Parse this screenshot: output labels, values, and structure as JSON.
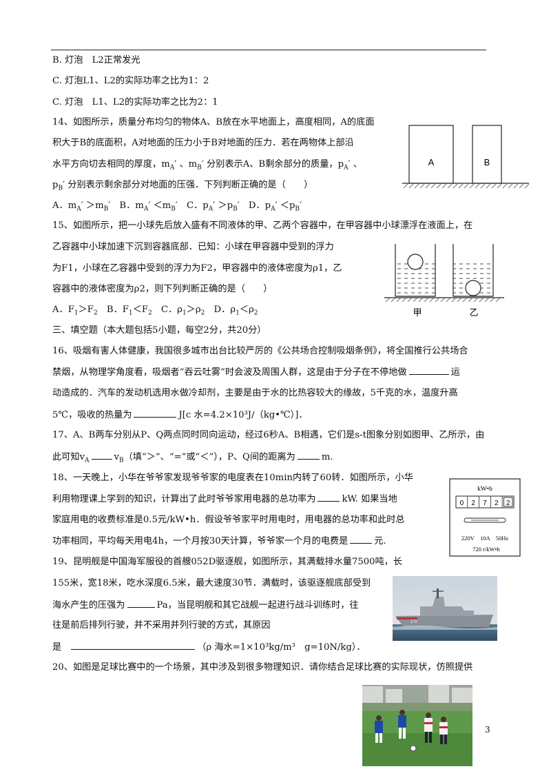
{
  "lines": {
    "l1": "B. 灯泡　L2正常发光",
    "l2": "C. 灯泡L1、L2的实际功率之比为1：2",
    "l3": "C. 灯泡　L1、L2的实际功率之比为2：1",
    "q14_1": "14、如图所示，质量分布均匀的物体A、B放在水平地面上，高度相同，A的底面",
    "q14_2": "积大于B的底面积，A对地面的压力小于B对地面的压力．若在两物体上部沿",
    "q14_3": "水平方向切去相同的厚度，m",
    "q14_3b": "′ 、m",
    "q14_3c": "′ 分别表示A、B剩余部分的质量，p",
    "q14_3d": "′ 、",
    "q14_4a": "p",
    "q14_4b": "′ 分别表示剩余部分对地面的压强．下列判断正确的是（　　）",
    "q14_opts": "A．m<sub>A</sub>′ ＞m<sub>B</sub>′　B．m<sub>A</sub>′ ＜m<sub>B</sub>′　C．p<sub>A</sub>′ ＞p<sub>B</sub>′　D．p<sub>A</sub>′ ＜p<sub>B</sub>′",
    "q15_1": "15、如图所示，把一小球先后放入盛有不同液体的甲、乙两个容器中，在甲容器中小球漂浮在液面上，在",
    "q15_2": "乙容器中小球加速下沉到容器底部．已知：小球在甲容器中受到的浮力",
    "q15_3": "为F1，小球在乙容器中受到的浮力为F2，甲容器中的液体密度为ρ1，乙",
    "q15_4": "容器中的液体密度为ρ2，则下列判断正确的是（　　）",
    "sec3": "三、填空题（本大题包括5小题，每空2分，共20分）",
    "q16_1": "16、吸烟有害人体健康，我国很多城市出台比较严厉的《公共场合控制吸烟条例》，将全国推行公共场合",
    "q16_2": "禁烟，从物理学角度看，吸烟者“吞云吐雾”时会波及周围人群，这是由于分子在不停地做",
    "q16_2b": "运",
    "q16_3": "动造成的．汽车的发动机选用水做冷却剂，主要是由于水的比热容较大的缘故，5千克的水，温度升高",
    "q16_4a": "5℃，吸收的热量为",
    "q16_4b": "J[c 水=4.2×10³J/（kg•℃）]．",
    "q17_1": "17、A、B两车分别从P、Q两点同时同向运动，经过6秒A、B相遇，它们是s-t图象分别如图甲、乙所示，由",
    "q17_2a": "此可知v",
    "q17_2b": "v",
    "q17_2c": "（填“＞”、“=”或“＜”），P、Q间的距离为",
    "q17_2d": "m.",
    "q18_1": "18、一天晚上，小华在爷爷家发现爷爷家的电度表在10min内转了60转．如图所示，小华",
    "q18_2a": "利用物理课上学到的知识，计算出了此时爷爷家用电器的总功率为",
    "q18_2b": "kW. 如果当地",
    "q18_3": "家庭用电的收费标准是0.5元/kW•h．假设爷爷家平时用电时，用电器的总功率和此时总",
    "q18_4a": "功率相同，平均每天用电4h，一个月按30天计算，爷爷家一个月的电费是",
    "q18_4b": "元.",
    "q19_1": "19、昆明舰是中国海军服役的首艘052D驱逐舰，如图所示，其满载排水量7500吨，长",
    "q19_2": "155米，宽18米，吃水深度6.5米，最大速度30节．满载时，该驱逐舰底部受到",
    "q19_3a": "海水产生的压强为",
    "q19_3b": "Pa，当昆明舰和其它战舰一起进行战斗训练时，往",
    "q19_4": "往是前后排列行驶，并不采用并列行驶的方式，其原因",
    "q19_5a": "是",
    "q19_5b": "（ρ 海水=1×10³kg/m³　g=10N/kg）．",
    "q20_1": "20、如图是足球比赛中的一个场景，其中涉及到很多物理知识．请你结合足球比赛的实际现状，仿照提供"
  },
  "figures": {
    "blocks": {
      "a": "A",
      "b": "B"
    },
    "containers": {
      "jia": "甲",
      "yi": "乙"
    },
    "meter": {
      "unit": "kW•h",
      "digits": [
        "0",
        "2",
        "7",
        "2",
        "2"
      ],
      "spec": "220V　10A　50Hz",
      "rev": "720 r/kW•h"
    }
  },
  "page_number": "3"
}
